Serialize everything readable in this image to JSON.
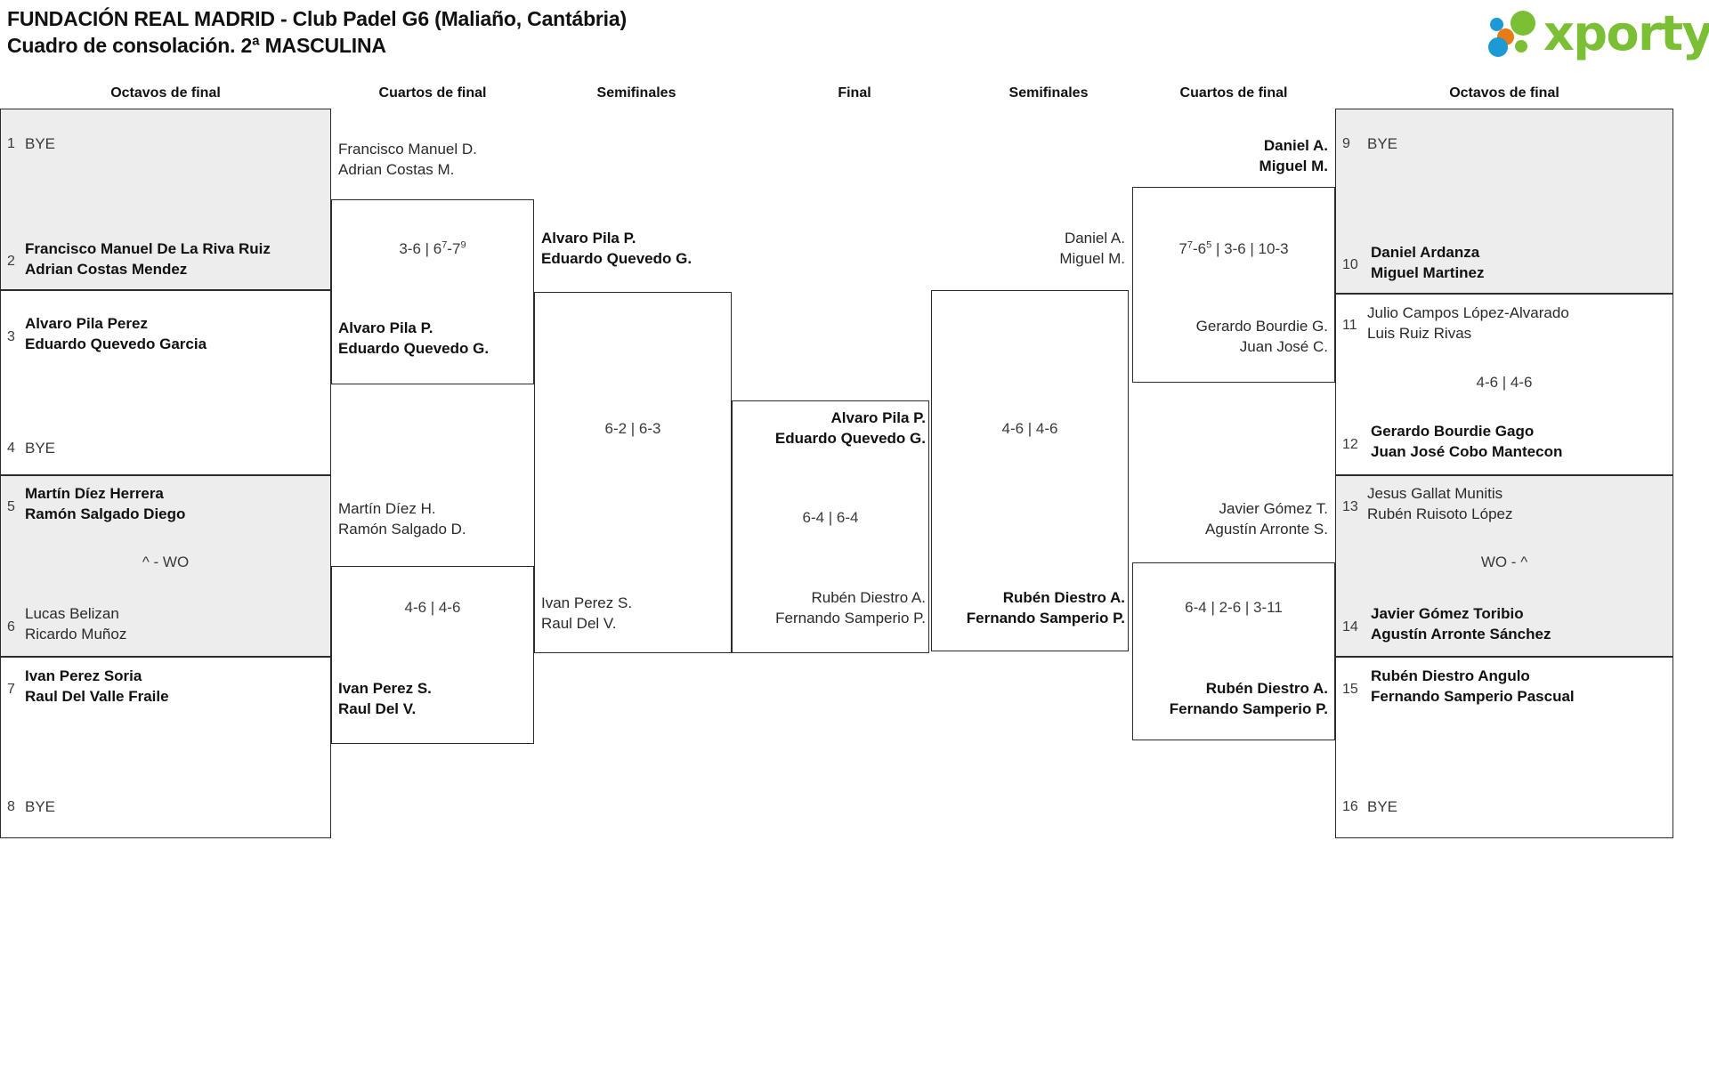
{
  "header": {
    "title_line1": "FUNDACIÓN REAL MADRID - Club Padel G6 (Maliaño, Cantábria)",
    "title_line2": "Cuadro de consolación. 2ª MASCULINA",
    "logo_text": "xporty",
    "brand_colors": {
      "green": "#7bbf35",
      "blue": "#1b9ad6",
      "orange": "#e87b15"
    }
  },
  "columns": {
    "left_r16": "Octavos de final",
    "left_qf": "Cuartos de final",
    "left_sf": "Semifinales",
    "final": "Final",
    "right_sf": "Semifinales",
    "right_qf": "Cuartos de final",
    "right_r16": "Octavos de final"
  },
  "bracket": {
    "left_round16": [
      {
        "seed": "1",
        "bye": "BYE",
        "line1": "",
        "line2": "",
        "winner": false,
        "shaded": true
      },
      {
        "seed": "2",
        "bye": "",
        "line1": "Francisco Manuel De La Riva Ruiz",
        "line2": "Adrian Costas Mendez",
        "winner": true,
        "shaded": true
      },
      {
        "seed": "3",
        "bye": "",
        "line1": "Alvaro Pila Perez",
        "line2": "Eduardo Quevedo Garcia",
        "winner": true,
        "shaded": false
      },
      {
        "seed": "4",
        "bye": "BYE",
        "line1": "",
        "line2": "",
        "winner": false,
        "shaded": false
      },
      {
        "seed": "5",
        "bye": "",
        "line1": "Martín Díez Herrera",
        "line2": "Ramón Salgado Diego",
        "winner": true,
        "shaded": true
      },
      {
        "seed": "6",
        "bye": "",
        "line1": "Lucas Belizan",
        "line2": "Ricardo Muñoz",
        "winner": false,
        "shaded": true
      },
      {
        "seed": "7",
        "bye": "",
        "line1": "Ivan Perez Soria",
        "line2": "Raul Del Valle Fraile",
        "winner": true,
        "shaded": false
      },
      {
        "seed": "8",
        "bye": "BYE",
        "line1": "",
        "line2": "",
        "winner": false,
        "shaded": false
      }
    ],
    "left_round16_scores": [
      {
        "text": "^ - WO"
      }
    ],
    "left_qf": [
      {
        "line1": "Francisco Manuel D.",
        "line2": "Adrian Costas M.",
        "winner": false
      },
      {
        "line1": "Alvaro Pila P.",
        "line2": "Eduardo Quevedo G.",
        "winner": true
      },
      {
        "line1": "Martín Díez H.",
        "line2": "Ramón Salgado D.",
        "winner": false
      },
      {
        "line1": "Ivan Perez S.",
        "line2": "Raul Del V.",
        "winner": true
      }
    ],
    "left_qf_scores": [
      {
        "parts": [
          {
            "t": "3-6"
          },
          {
            "t": " | "
          },
          {
            "t": "6",
            "sup": "7"
          },
          {
            "t": "-7",
            "sup": "9"
          }
        ]
      },
      {
        "parts": [
          {
            "t": "4-6 | 4-6"
          }
        ]
      }
    ],
    "left_sf": [
      {
        "line1": "Alvaro Pila P.",
        "line2": "Eduardo Quevedo G.",
        "winner": true
      },
      {
        "line1": "Ivan Perez S.",
        "line2": "Raul Del V.",
        "winner": false
      }
    ],
    "left_sf_score": "6-2 | 6-3",
    "final": [
      {
        "line1": "Alvaro Pila P.",
        "line2": "Eduardo Quevedo G.",
        "winner": true
      },
      {
        "line1": "Rubén Diestro A.",
        "line2": "Fernando Samperio P.",
        "winner": false
      }
    ],
    "final_score": "6-4 | 6-4",
    "right_sf": [
      {
        "line1": "Daniel A.",
        "line2": "Miguel M.",
        "winner": false
      },
      {
        "line1": "Rubén Diestro A.",
        "line2": "Fernando Samperio P.",
        "winner": true
      }
    ],
    "right_sf_score": "4-6 | 4-6",
    "right_qf": [
      {
        "line1": "Daniel A.",
        "line2": "Miguel M.",
        "winner": true
      },
      {
        "line1": "Gerardo Bourdie G.",
        "line2": "Juan José C.",
        "winner": false
      },
      {
        "line1": "Javier Gómez T.",
        "line2": "Agustín Arronte S.",
        "winner": false
      },
      {
        "line1": "Rubén Diestro A.",
        "line2": "Fernando Samperio P.",
        "winner": true
      }
    ],
    "right_qf_scores": [
      {
        "parts": [
          {
            "t": "7",
            "sup": "7"
          },
          {
            "t": "-6",
            "sup": "5"
          },
          {
            "t": " | 3-6 | 10-3"
          }
        ]
      },
      {
        "parts": [
          {
            "t": "6-4 | 2-6 | 3-11"
          }
        ]
      }
    ],
    "right_round16": [
      {
        "seed": "9",
        "bye": "BYE",
        "line1": "",
        "line2": "",
        "winner": false,
        "shaded": true
      },
      {
        "seed": "10",
        "bye": "",
        "line1": "Daniel Ardanza",
        "line2": "Miguel Martinez",
        "winner": true,
        "shaded": true
      },
      {
        "seed": "11",
        "bye": "",
        "line1": "Julio Campos López-Alvarado",
        "line2": "Luis Ruiz Rivas",
        "winner": false,
        "shaded": false
      },
      {
        "seed": "12",
        "bye": "",
        "line1": "Gerardo Bourdie Gago",
        "line2": "Juan José Cobo Mantecon",
        "winner": true,
        "shaded": false
      },
      {
        "seed": "13",
        "bye": "",
        "line1": "Jesus Gallat Munitis",
        "line2": "Rubén Ruisoto López",
        "winner": false,
        "shaded": true
      },
      {
        "seed": "14",
        "bye": "",
        "line1": "Javier Gómez Toribio",
        "line2": "Agustín Arronte Sánchez",
        "winner": true,
        "shaded": true
      },
      {
        "seed": "15",
        "bye": "",
        "line1": "Rubén Diestro Angulo",
        "line2": "Fernando Samperio Pascual",
        "winner": true,
        "shaded": false
      },
      {
        "seed": "16",
        "bye": "BYE",
        "line1": "",
        "line2": "",
        "winner": false,
        "shaded": false
      }
    ],
    "right_round16_scores": [
      {
        "text": "4-6 | 4-6"
      },
      {
        "text": "WO - ^"
      }
    ]
  }
}
